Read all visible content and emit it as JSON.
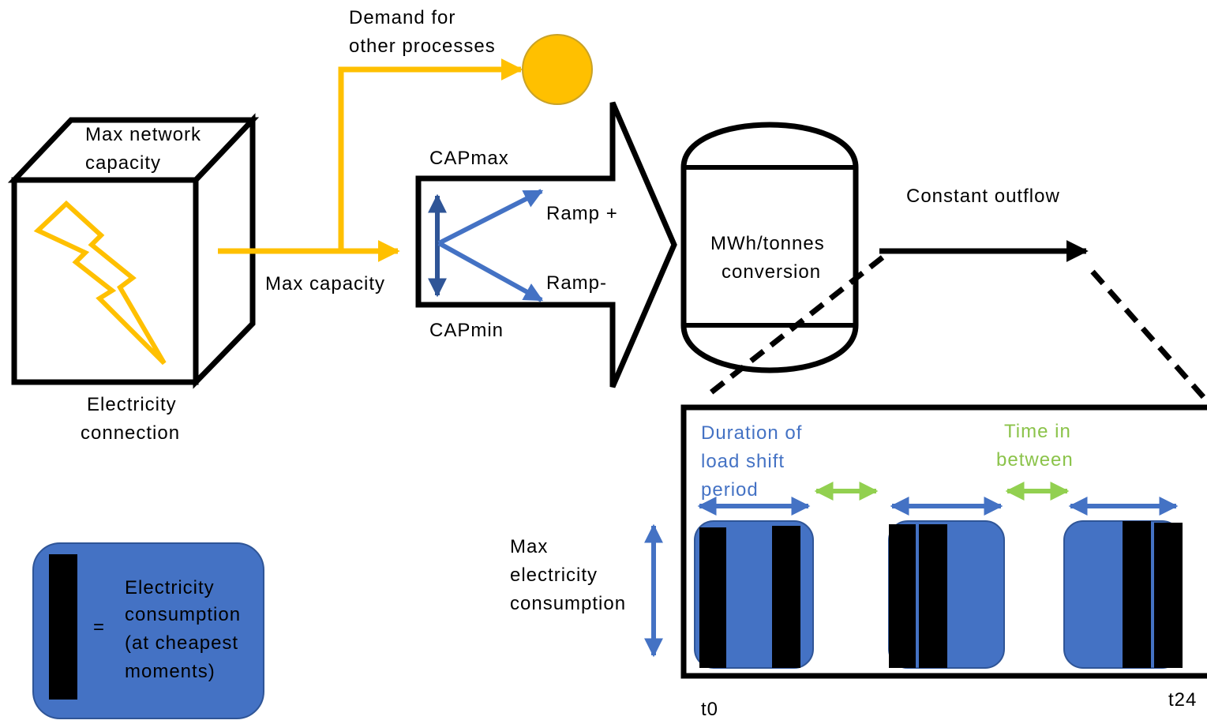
{
  "labels": {
    "demand_line1": "Demand for",
    "demand_line2": "other processes",
    "max_network_line1": "Max network",
    "max_network_line2": "capacity",
    "electricity_connection_line1": "Electricity",
    "electricity_connection_line2": "connection",
    "max_capacity": "Max capacity",
    "capmax": "CAPmax",
    "capmin": "CAPmin",
    "ramp_plus": "Ramp +",
    "ramp_minus": "Ramp-",
    "conversion_line1": "MWh/tonnes",
    "conversion_line2": "conversion",
    "constant_outflow": "Constant outflow",
    "duration_line1": "Duration of",
    "duration_line2": "load shift",
    "duration_line3": "period",
    "time_between_line1": "Time in",
    "time_between_line2": "between",
    "max_consumption_line1": "Max",
    "max_consumption_line2": "electricity",
    "max_consumption_line3": "consumption",
    "t0": "t0",
    "t24": "t24"
  },
  "legend": {
    "equals": "=",
    "line1": "Electricity",
    "line2": "consumption",
    "line3": "(at cheapest",
    "line4": "moments)"
  },
  "colors": {
    "orange": "#FFC000",
    "orange_dark": "#C9A227",
    "blue": "#4472C4",
    "dark_blue": "#2F5597",
    "green": "#92D050",
    "black": "#000000"
  },
  "icons": {
    "lightning": "lightning-bolt-icon"
  }
}
